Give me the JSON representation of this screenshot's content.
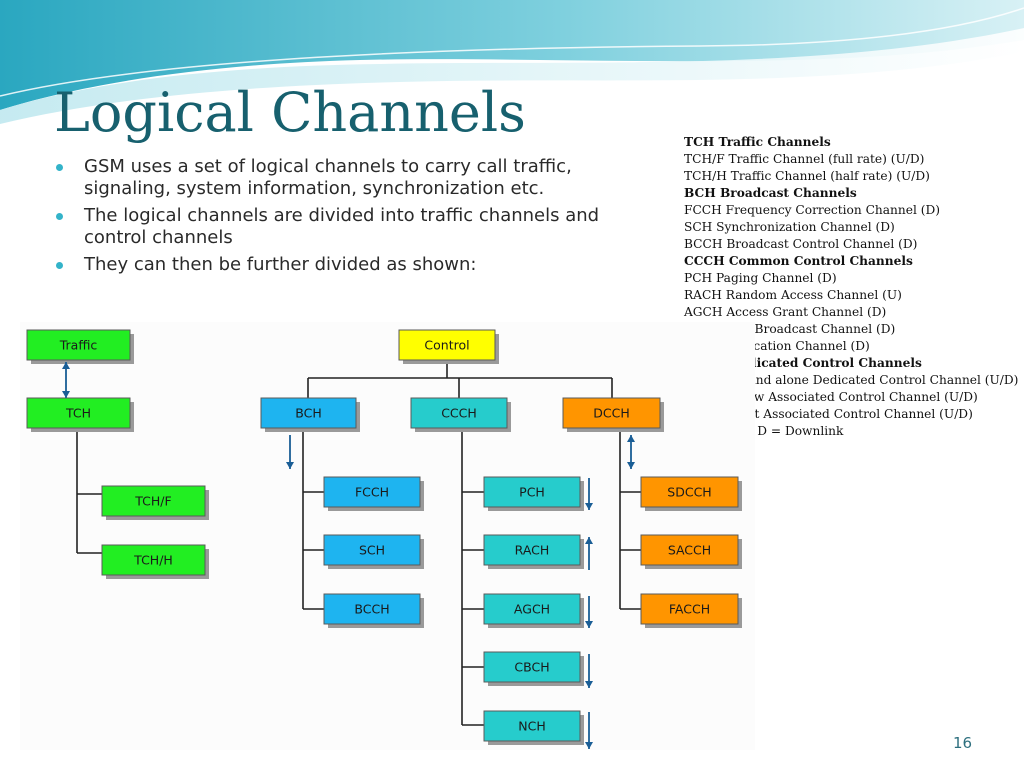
{
  "slide": {
    "title": "Logical Channels",
    "page_number": "16",
    "bullet_color": "#33b3c9",
    "title_color": "#17606e"
  },
  "bullets": [
    "GSM uses a set of logical channels to carry call traffic, signaling, system information, synchronization etc.",
    "The logical channels are divided into traffic channels and control channels",
    "They can then be further divided as shown:"
  ],
  "legend": [
    {
      "text": "TCH Traffic Channels",
      "bold": true
    },
    {
      "text": "TCH/F Traffic Channel (full rate) (U/D)",
      "bold": false
    },
    {
      "text": "TCH/H Traffic Channel (half rate) (U/D)",
      "bold": false
    },
    {
      "text": "BCH Broadcast Channels",
      "bold": true
    },
    {
      "text": "FCCH Frequency Correction Channel (D)",
      "bold": false
    },
    {
      "text": "SCH Synchronization Channel (D)",
      "bold": false
    },
    {
      "text": "BCCH Broadcast Control Channel (D)",
      "bold": false
    },
    {
      "text": "CCCH Common Control Channels",
      "bold": true
    },
    {
      "text": "PCH Paging Channel (D)",
      "bold": false
    },
    {
      "text": "RACH Random Access Channel (U)",
      "bold": false
    },
    {
      "text": "AGCH Access Grant Channel (D)",
      "bold": false
    },
    {
      "text": "CBCH Cell Broadcast Channel (D)",
      "bold": false
    },
    {
      "text": "NCH Notification Channel (D)",
      "bold": false
    },
    {
      "text": "DCCH Dedicated Control Channels",
      "bold": true
    },
    {
      "text": "SDCCH Stand alone Dedicated Control Channel (U/D)",
      "bold": false
    },
    {
      "text": "SACCH Slow Associated Control Channel (U/D)",
      "bold": false
    },
    {
      "text": "FACCH Fast Associated Control Channel (U/D)",
      "bold": false
    },
    {
      "text": "U = Uplink D = Downlink",
      "bold": false
    }
  ],
  "diagram": {
    "colors": {
      "traffic": "#22ee22",
      "control": "#ffff00",
      "bch_group": "#1eb4f0",
      "ccch_group": "#26cccc",
      "dcch_group": "#ff9500",
      "arrow": "#1a5e96",
      "line": "#222222"
    },
    "boxes": [
      {
        "id": "traffic",
        "label": "Traffic",
        "group": "traffic"
      },
      {
        "id": "tch",
        "label": "TCH",
        "group": "traffic"
      },
      {
        "id": "tch-f",
        "label": "TCH/F",
        "group": "traffic"
      },
      {
        "id": "tch-h",
        "label": "TCH/H",
        "group": "traffic"
      },
      {
        "id": "control",
        "label": "Control",
        "group": "control"
      },
      {
        "id": "bch",
        "label": "BCH",
        "group": "bch_group"
      },
      {
        "id": "ccch",
        "label": "CCCH",
        "group": "ccch_group"
      },
      {
        "id": "dcch",
        "label": "DCCH",
        "group": "dcch_group"
      },
      {
        "id": "fcch",
        "label": "FCCH",
        "group": "bch_group"
      },
      {
        "id": "sch",
        "label": "SCH",
        "group": "bch_group"
      },
      {
        "id": "bcch",
        "label": "BCCH",
        "group": "bch_group"
      },
      {
        "id": "pch",
        "label": "PCH",
        "group": "ccch_group"
      },
      {
        "id": "rach",
        "label": "RACH",
        "group": "ccch_group"
      },
      {
        "id": "agch",
        "label": "AGCH",
        "group": "ccch_group"
      },
      {
        "id": "cbch",
        "label": "CBCH",
        "group": "ccch_group"
      },
      {
        "id": "nch",
        "label": "NCH",
        "group": "ccch_group"
      },
      {
        "id": "sdcch",
        "label": "SDCCH",
        "group": "dcch_group"
      },
      {
        "id": "sacch",
        "label": "SACCH",
        "group": "dcch_group"
      },
      {
        "id": "facch",
        "label": "FACCH",
        "group": "dcch_group"
      }
    ],
    "edges": [
      {
        "from": "control",
        "to": "bch"
      },
      {
        "from": "control",
        "to": "ccch"
      },
      {
        "from": "control",
        "to": "dcch"
      },
      {
        "from": "tch",
        "to": "tch-f"
      },
      {
        "from": "tch",
        "to": "tch-h"
      },
      {
        "from": "bch",
        "to": "fcch"
      },
      {
        "from": "bch",
        "to": "sch"
      },
      {
        "from": "bch",
        "to": "bcch"
      },
      {
        "from": "ccch",
        "to": "pch"
      },
      {
        "from": "ccch",
        "to": "rach"
      },
      {
        "from": "ccch",
        "to": "agch"
      },
      {
        "from": "ccch",
        "to": "cbch"
      },
      {
        "from": "ccch",
        "to": "nch"
      },
      {
        "from": "dcch",
        "to": "sdcch"
      },
      {
        "from": "dcch",
        "to": "sacch"
      },
      {
        "from": "dcch",
        "to": "facch"
      }
    ],
    "direction_arrows": [
      {
        "near": "traffic-tch",
        "direction": "up-down"
      },
      {
        "near": "bch",
        "direction": "down"
      },
      {
        "near": "dcch",
        "direction": "up-down"
      },
      {
        "near": "pch",
        "direction": "down"
      },
      {
        "near": "rach",
        "direction": "up"
      },
      {
        "near": "agch",
        "direction": "down"
      },
      {
        "near": "cbch",
        "direction": "down"
      },
      {
        "near": "nch",
        "direction": "down"
      }
    ]
  }
}
